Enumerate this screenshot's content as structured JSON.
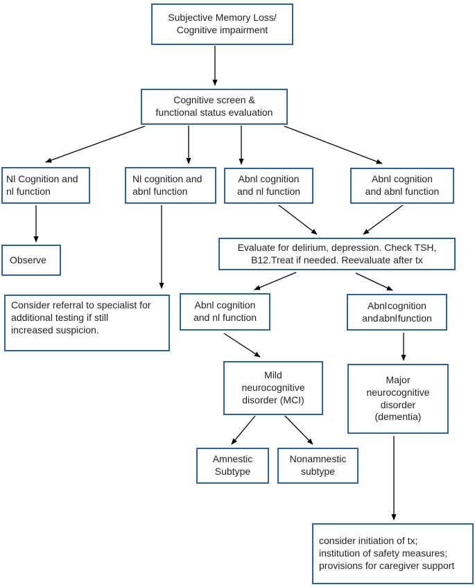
{
  "figure": {
    "type": "flowchart",
    "topic": "Evaluation of subjective memory loss / cognitive impairment"
  },
  "colors": {
    "box_border": "#2f6096",
    "text": "#1f1f1f",
    "arrow": "#000000",
    "background": "#ffffff"
  },
  "nodes": {
    "subjective": {
      "label": "Subjective Memory Loss/\nCognitive impairment"
    },
    "screen": {
      "label": "Cognitive screen &\nfunctional status evaluation"
    },
    "nl_cog_nl_fn": {
      "label": "Nl Cognition and\nnl function"
    },
    "nl_cog_abnl_fn": {
      "label": "Nl cognition and\nabnl function"
    },
    "abnl_cog_nl_fn": {
      "label": "Abnl cognition\nand nl function"
    },
    "abnl_cog_abnl_fn": {
      "label": "Abnl cognition\nand abnl function"
    },
    "observe": {
      "label": "Observe"
    },
    "evaluate": {
      "label": "Evaluate for delirium, depression. Check TSH,\nB12.Treat if needed. Reevaluate after tx"
    },
    "referral": {
      "label": "Consider referral to specialist for\nadditional testing if still\nincreased suspicion."
    },
    "abnl_cog_nl_fn_2": {
      "label": "Abnl cognition\nand nl function"
    },
    "abnl_cog_abnl_fn_2": {
      "label": "Abnl cognition\nand abnl function"
    },
    "mci": {
      "label": "Mild\nneurocognitive\ndisorder (MCI)"
    },
    "dementia": {
      "label": "Major\nneurocognitive\ndisorder\n(dementia)"
    },
    "amnestic": {
      "label": "Amnestic\nSubtype"
    },
    "nonamnestic": {
      "label": "Nonamnestic\nsubtype"
    },
    "treatment": {
      "label": "consider initiation of tx;\ninstitution of safety measures;\nprovisions for caregiver support"
    }
  },
  "edges": [
    {
      "from": "subjective",
      "to": "screen"
    },
    {
      "from": "screen",
      "to": "nl_cog_nl_fn"
    },
    {
      "from": "screen",
      "to": "nl_cog_abnl_fn"
    },
    {
      "from": "screen",
      "to": "abnl_cog_nl_fn"
    },
    {
      "from": "screen",
      "to": "abnl_cog_abnl_fn"
    },
    {
      "from": "nl_cog_nl_fn",
      "to": "observe"
    },
    {
      "from": "nl_cog_abnl_fn",
      "to": "referral"
    },
    {
      "from": "abnl_cog_nl_fn",
      "to": "evaluate"
    },
    {
      "from": "abnl_cog_abnl_fn",
      "to": "evaluate"
    },
    {
      "from": "evaluate",
      "to": "abnl_cog_nl_fn_2"
    },
    {
      "from": "evaluate",
      "to": "abnl_cog_abnl_fn_2"
    },
    {
      "from": "abnl_cog_nl_fn_2",
      "to": "mci"
    },
    {
      "from": "abnl_cog_abnl_fn_2",
      "to": "dementia"
    },
    {
      "from": "mci",
      "to": "amnestic"
    },
    {
      "from": "mci",
      "to": "nonamnestic"
    },
    {
      "from": "dementia",
      "to": "treatment"
    }
  ]
}
